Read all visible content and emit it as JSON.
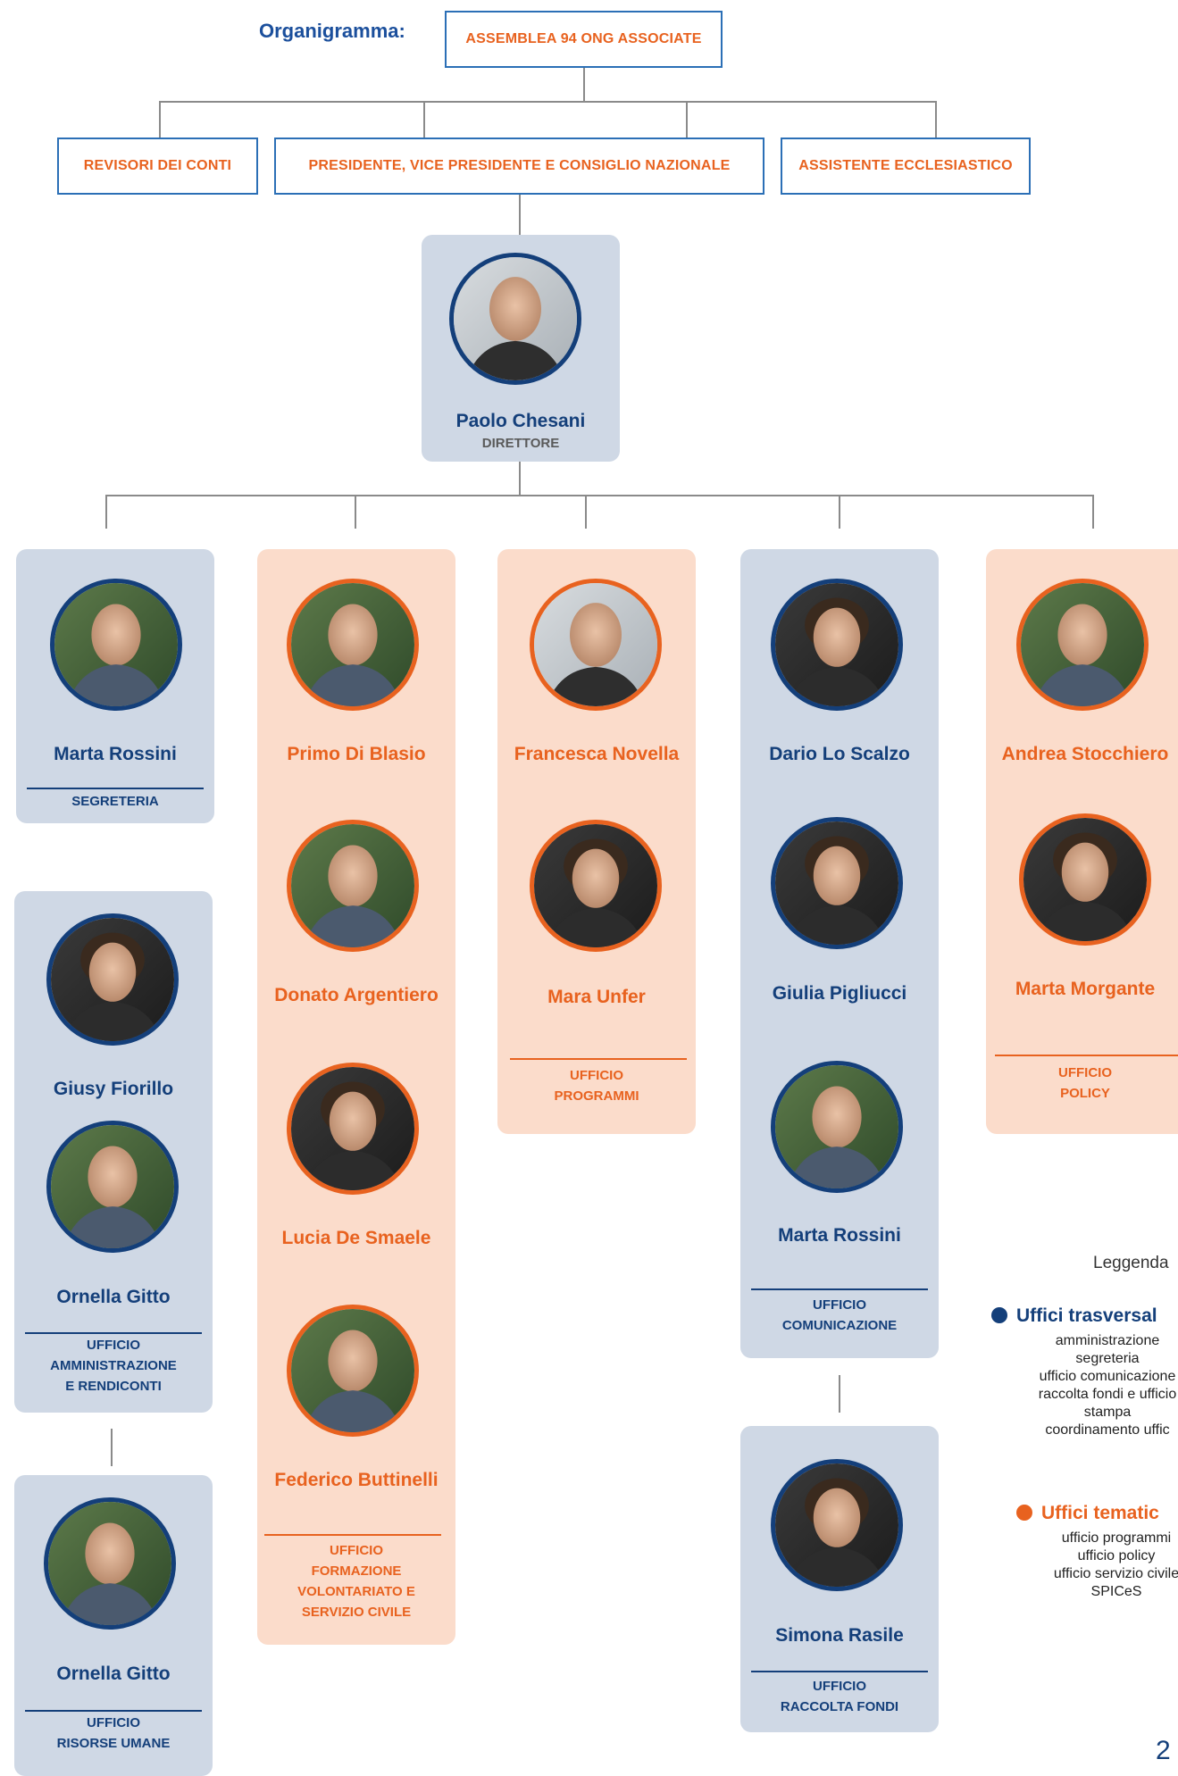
{
  "title": "Organigramma:",
  "top": {
    "assembly": "ASSEMBLEA 94 ONG ASSOCIATE",
    "auditors": "REVISORI DEI CONTI",
    "presidency": "PRESIDENTE, VICE PRESIDENTE E CONSIGLIO NAZIONALE",
    "chaplain": "ASSISTENTE ECCLESIASTICO"
  },
  "director": {
    "name": "Paolo Chesani",
    "role": "DIRETTORE"
  },
  "cards": {
    "segreteria": {
      "names": [
        "Marta Rossini"
      ],
      "office": [
        "SEGRETERIA"
      ]
    },
    "amministrazione": {
      "names": [
        "Giusy Fiorillo",
        "Ornella Gitto"
      ],
      "office": [
        "UFFICIO",
        "AMMINISTRAZIONE",
        "E RENDICONTI"
      ]
    },
    "risorse_umane": {
      "names": [
        "Ornella Gitto"
      ],
      "office": [
        "UFFICIO",
        "RISORSE UMANE"
      ]
    },
    "formazione": {
      "names": [
        "Primo Di Blasio",
        "Donato Argentiero",
        "Lucia De Smaele",
        "Federico Buttinelli"
      ],
      "office": [
        "UFFICIO",
        "FORMAZIONE",
        "VOLONTARIATO E",
        "SERVIZIO CIVILE"
      ]
    },
    "programmi": {
      "names": [
        "Francesca Novella",
        "Mara Unfer"
      ],
      "office": [
        "UFFICIO",
        "PROGRAMMI"
      ]
    },
    "comunicazione": {
      "names": [
        "Dario Lo Scalzo",
        "Giulia Pigliucci",
        "Marta Rossini"
      ],
      "office": [
        "UFFICIO",
        "COMUNICAZIONE"
      ]
    },
    "raccolta_fondi": {
      "names": [
        "Simona Rasile"
      ],
      "office": [
        "UFFICIO",
        "RACCOLTA FONDI"
      ]
    },
    "policy": {
      "names": [
        "Andrea Stocchiero",
        "Marta Morgante"
      ],
      "office": [
        "UFFICIO",
        "POLICY"
      ]
    }
  },
  "legend": {
    "title": "Leggenda",
    "transversal": {
      "label": "Uffici trasversal",
      "color": "#143f7a",
      "items": [
        "amministrazione",
        "segreteria",
        "ufficio comunicazione",
        "raccolta fondi e ufficio",
        "stampa",
        "coordinamento uffic"
      ]
    },
    "thematic": {
      "label": "Uffici tematic",
      "color": "#e8621f",
      "items": [
        "ufficio programmi",
        "ufficio policy",
        "ufficio servizio civile",
        "SPICeS"
      ]
    }
  },
  "page_number": "2",
  "colors": {
    "navy": "#143f7a",
    "orange": "#e8621f",
    "card_blue": "#cfd8e5",
    "card_orange": "#fbdccb",
    "connector": "#8a8a8a"
  }
}
